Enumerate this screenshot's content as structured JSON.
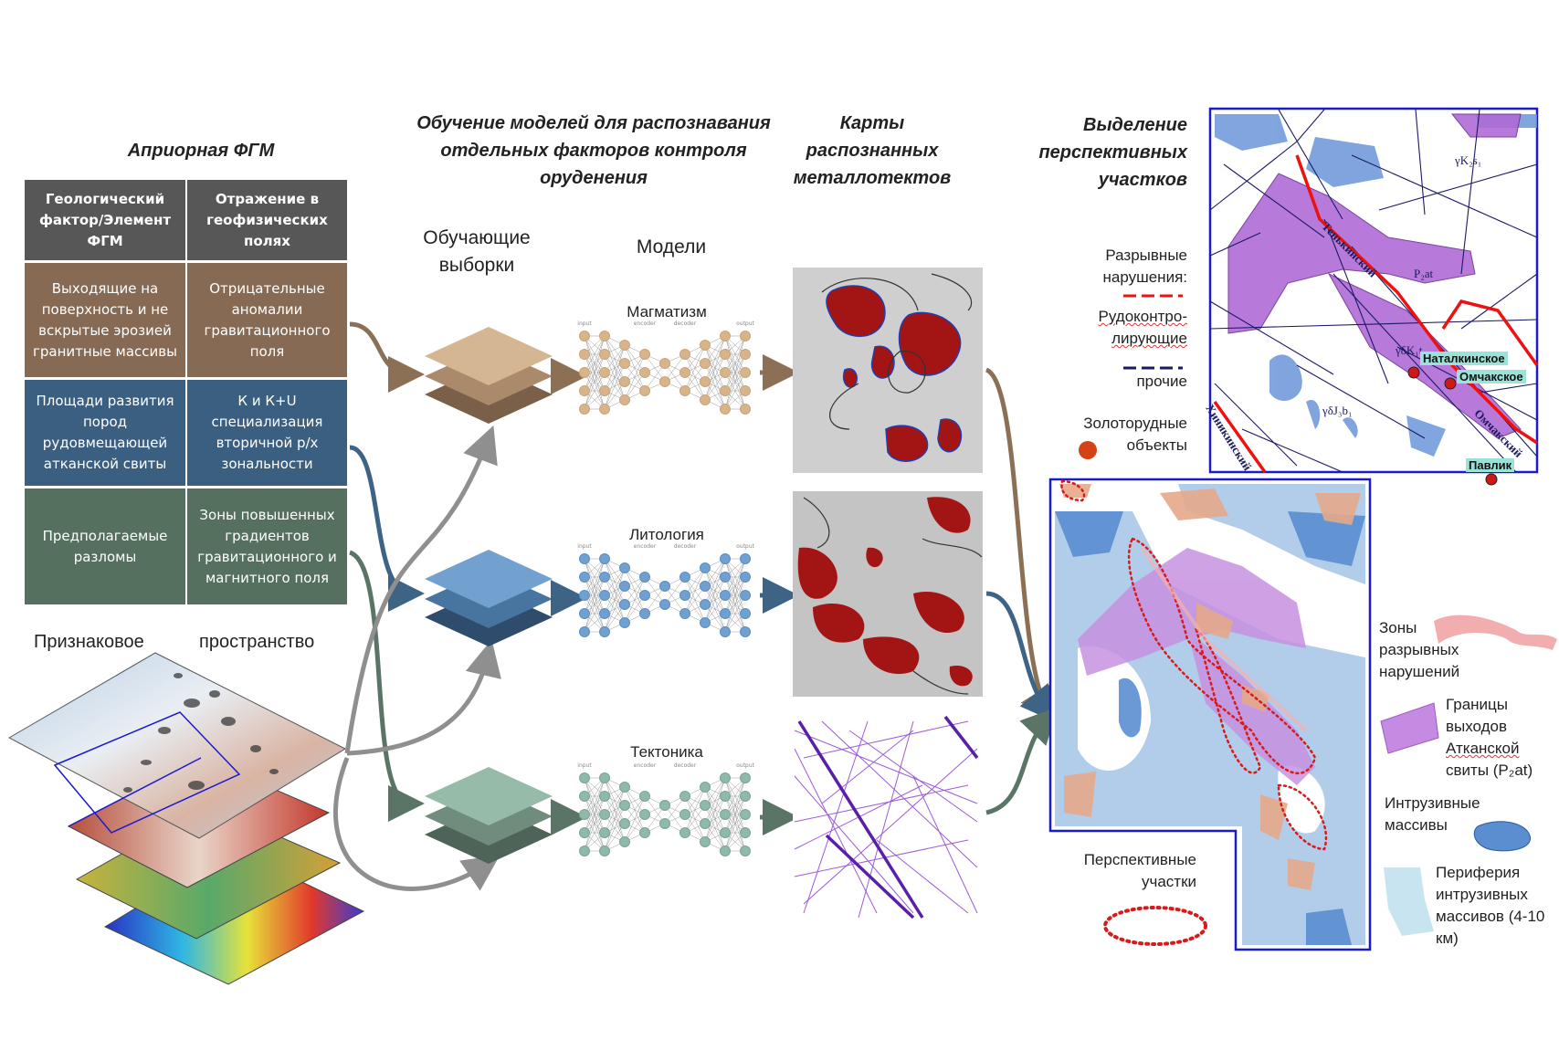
{
  "headers": {
    "apriori": "Априорная ФГМ",
    "training": "Обучение моделей для распознавания отдельных факторов контроля оруденения",
    "maps": "Карты распознанных металлотектов",
    "selection": "Выделение перспективных участков"
  },
  "table": {
    "head": [
      "Геологический фактор/Элемент ФГМ",
      "Отражение в геофизических полях"
    ],
    "rows": [
      {
        "factor": "Выходящие на поверхность и не вскрытые эрозией гранитные массивы",
        "field": "Отрицательные аномалии гравитационного поля",
        "color": "#876a53"
      },
      {
        "factor": "Площади развития пород рудовмещающей атканской свиты",
        "field": "К и К+U специализация вторичной р/х зональности",
        "color": "#3b5f80"
      },
      {
        "factor": "Предполагаемые разломы",
        "field": "Зоны повышенных градиентов гравитационного и магнитного поля",
        "color": "#56705f"
      }
    ]
  },
  "feature_space": {
    "left": "Признаковое",
    "right": "пространство"
  },
  "training_samples": "Обучающие выборки",
  "models_label": "Модели",
  "models": [
    {
      "name": "Магматизм",
      "color": "#d8b48a",
      "edge": "#c9a57c"
    },
    {
      "name": "Литология",
      "color": "#6fa0d0",
      "edge": "#5b8fc3"
    },
    {
      "name": "Тектоника",
      "color": "#8fb9a9",
      "edge": "#7aa595"
    }
  ],
  "nn_layer_labels": [
    "input",
    "encoder",
    "decoder",
    "output"
  ],
  "map_legend": {
    "faults_title": "Разрывные нарушения:",
    "ore_control": "Рудоконтро- лирующие",
    "other": "прочие",
    "gold_objects": "Золоторудные объекты"
  },
  "map_labels": {
    "tenkinsky": "Тенькинский",
    "khinikinsky": "Хиникинский",
    "omchaksky_fault": "Омчакский",
    "natalkinskoe": "Наталкинское",
    "omchakskoe": "Омчакское",
    "pavlik": "Павлик",
    "gk2s1": "γK₂s₁",
    "p2at": "P₂at",
    "g_delta_k1": "γδK₁t₁",
    "g_delta_j3": "γδJ₃b₁"
  },
  "bottom_legend": {
    "fault_zones": "Зоны разрывных нарушений",
    "atkan_bounds_1": "Границы выходов",
    "atkan_bounds_2": "Атканской",
    "atkan_bounds_3": "свиты (P₂at)",
    "intrusive": "Интрузивные массивы",
    "periphery": "Периферия интрузивных массивов (4-10 км)",
    "prospective": "Перспективные участки"
  },
  "colors": {
    "brown": "#876a53",
    "blue": "#3b5f80",
    "green": "#56705f",
    "header_gray": "#575757",
    "fault_red": "#e11",
    "frame_blue": "#1a1ad0"
  }
}
